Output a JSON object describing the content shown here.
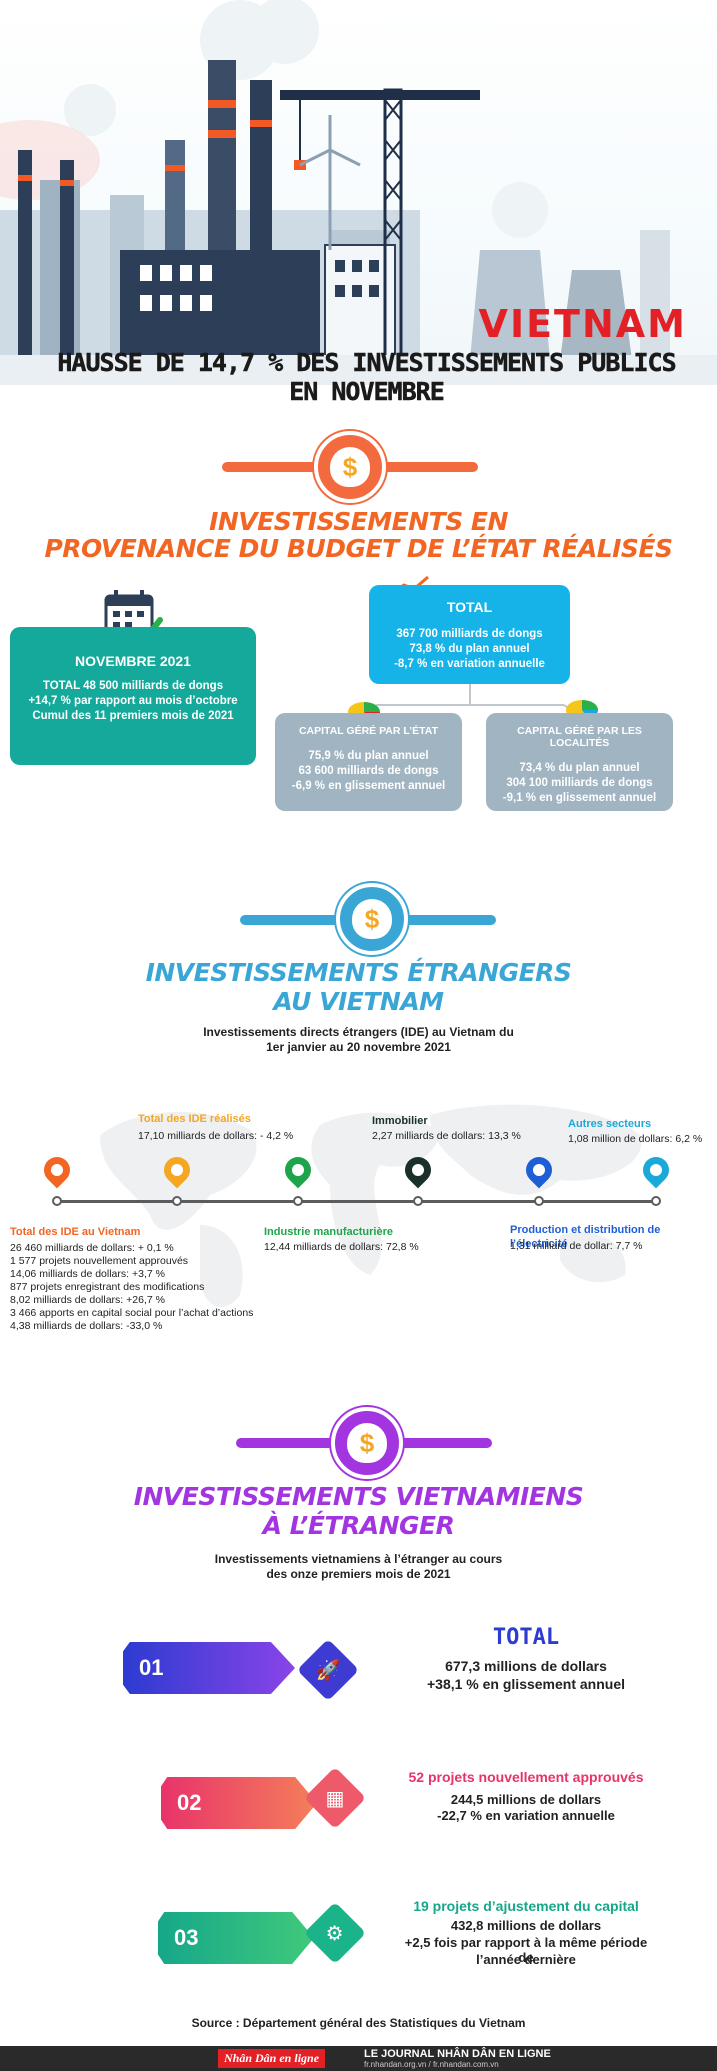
{
  "header": {
    "country": "VIETNAM",
    "title": "HAUSSE DE 14,7 % DES INVESTISSEMENTS PUBLICS EN NOVEMBRE"
  },
  "section1": {
    "title_line1": "INVESTISSEMENTS EN",
    "title_line2": "PROVENANCE DU BUDGET DE L’ÉTAT RÉALISÉS",
    "icon": "money-bag-icon",
    "november": {
      "heading": "NOVEMBRE 2021",
      "lines": [
        "TOTAL 48 500 milliards de dongs",
        "+14,7 % par rapport au mois d’octobre",
        "Cumul des 11 premiers mois de 2021"
      ]
    },
    "total": {
      "heading": "TOTAL",
      "lines": [
        "367 700 milliards de dongs",
        "73,8 % du plan annuel",
        "-8,7 % en variation annuelle"
      ]
    },
    "state": {
      "heading": "CAPITAL GÉRÉ PAR L’ÉTAT",
      "lines": [
        "75,9 % du plan annuel",
        "63 600 milliards de dongs",
        "-6,9 % en glissement annuel"
      ]
    },
    "local": {
      "heading": "CAPITAL GÉRÉ PAR LES LOCALITÉS",
      "lines": [
        "73,4 % du plan annuel",
        "304 100 milliards de dongs",
        "-9,1 % en glissement annuel"
      ]
    }
  },
  "section2": {
    "title_line1": "INVESTISSEMENTS ÉTRANGERS",
    "title_line2": "AU VIETNAM",
    "subtitle_line1": "Investissements directs étrangers (IDE) au Vietnam du",
    "subtitle_line2": "1er janvier au 20 novembre 2021",
    "items": [
      {
        "label": "Total des IDE au Vietnam",
        "color": "#f26522",
        "values": [
          "26 460 milliards de dollars: + 0,1 %",
          "1 577 projets nouvellement approuvés",
          "14,06 milliards de dollars: +3,7 %",
          "877 projets enregistrant des modifications",
          "8,02 milliards de dollars: +26,7 %",
          "3 466 apports en capital social pour l’achat d’actions",
          "4,38 milliards de dollars: -33,0 %"
        ]
      },
      {
        "label": "Total des IDE réalisés",
        "color": "#f5a623",
        "values": [
          "17,10 milliards de dollars: - 4,2 %"
        ]
      },
      {
        "label": "Industrie manufacturière",
        "color": "#1ea44b",
        "values": [
          "12,44 milliards de dollars: 72,8 %"
        ]
      },
      {
        "label": "Immobilier",
        "color": "#1b2f2b",
        "values": [
          "2,27 milliards de dollars: 13,3 %"
        ]
      },
      {
        "label": "Production et distribution de l’électricité",
        "color": "#1f5fd6",
        "values": [
          "1,31 milliard de dollar: 7,7 %"
        ]
      },
      {
        "label": "Autres secteurs",
        "color": "#1aa9d8",
        "values": [
          "1,08 million de dollars: 6,2 %"
        ]
      }
    ]
  },
  "section3": {
    "title_line1": "INVESTISSEMENTS VIETNAMIENS",
    "title_line2": "À L’ÉTRANGER",
    "subtitle_line1": "Investissements vietnamiens à l’étranger au cours",
    "subtitle_line2": "des onze premiers mois de 2021",
    "rows": [
      {
        "num": "01",
        "heading": "TOTAL",
        "lines": [
          "677,3 millions de dollars",
          "+38,1 % en glissement annuel"
        ],
        "color": "#2c3bd1"
      },
      {
        "num": "02",
        "heading": "52 projets nouvellement approuvés",
        "lines": [
          "244,5 millions de dollars",
          "-22,7 % en variation annuelle"
        ],
        "color": "#e8336a"
      },
      {
        "num": "03",
        "heading": "19 projets d’ajustement du capital",
        "lines": [
          "432,8 millions de dollars",
          "+2,5 fois par rapport à la même période de",
          "l’année dernière"
        ],
        "color": "#16a78a"
      }
    ]
  },
  "source": "Source : Département général des Statistiques du Vietnam",
  "footer": {
    "logo": "Nhân Dân en ligne",
    "name": "LE JOURNAL NHÂN DÂN EN LIGNE",
    "urls": "fr.nhandan.org.vn / fr.nhandan.com.vn"
  }
}
